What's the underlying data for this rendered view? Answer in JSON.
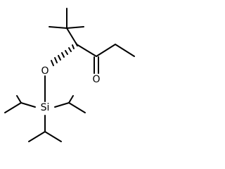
{
  "molecule": {
    "atoms": {
      "oxygen_ether": "O",
      "silicon": "Si",
      "oxygen_carbonyl": "O"
    },
    "colors": {
      "bond": "#000000",
      "label": "#000000",
      "background": "#ffffff"
    },
    "stereo": {
      "c4_to_ether_oxygen": "hashed-wedge"
    }
  }
}
